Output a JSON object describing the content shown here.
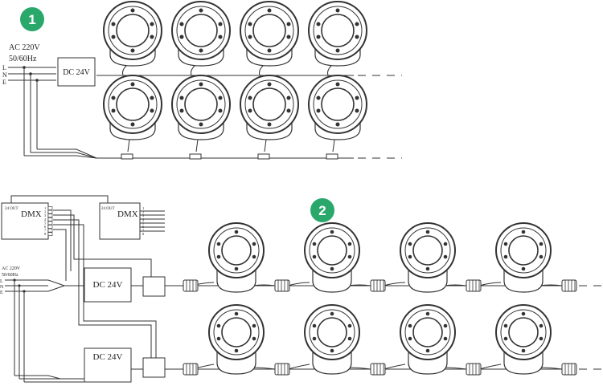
{
  "colors": {
    "badge": "#2aa86b",
    "line": "#333333",
    "lamp_fill": "#ffffff"
  },
  "diagram1": {
    "badge": "1",
    "supply_label_line1": "AC 220V",
    "supply_label_line2": "50/60Hz",
    "terminals": [
      "L",
      "N",
      "E"
    ],
    "driver_label": "DC 24V",
    "lamp_rows": 2,
    "lamps_per_row": 4,
    "lamp_icon": "round-inground-light-icon"
  },
  "diagram2": {
    "badge": "2",
    "dmx_label_left": "DMX",
    "dmx_label_right": "DMX",
    "dmx_small_text": "24 OUT",
    "dmx_pins": [
      "1",
      "2",
      "3",
      "4",
      "5",
      "6",
      "7",
      "8"
    ],
    "supply_label_line1": "AC 220V",
    "supply_label_line2": "50/60Hz",
    "terminals": [
      "L",
      "N",
      "E"
    ],
    "driver_top_label": "DC 24V",
    "driver_bottom_label": "DC 24V",
    "lamp_rows": 2,
    "lamps_per_row": 4,
    "lamp_icon": "round-inground-light-icon",
    "connector_icon": "waterproof-connector-icon"
  }
}
